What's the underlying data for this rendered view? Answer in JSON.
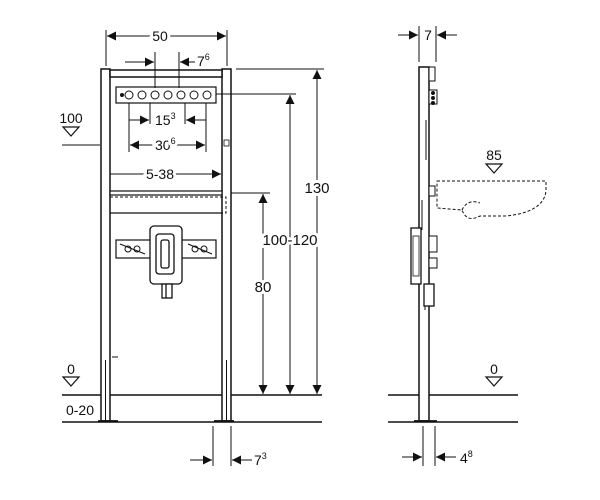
{
  "front_view": {
    "width_label": "50",
    "pipe_spacing_main": "7",
    "pipe_spacing_sup": "6",
    "inner_spacing_main": "15",
    "inner_spacing_sup": "3",
    "outer_spacing_main": "30",
    "outer_spacing_sup": "6",
    "range_label": "5-38",
    "total_height_label": "130",
    "adjust_height_label": "100-120",
    "fixing_height_label": "80",
    "ref_level_100": "100",
    "ref_level_0": "0",
    "floor_range_label": "0-20",
    "foot_offset_main": "7",
    "foot_offset_sup": "3"
  },
  "side_view": {
    "depth_label": "7",
    "basin_level_label": "85",
    "ref_level_0": "0",
    "foot_depth_main": "4",
    "foot_depth_sup": "8"
  }
}
